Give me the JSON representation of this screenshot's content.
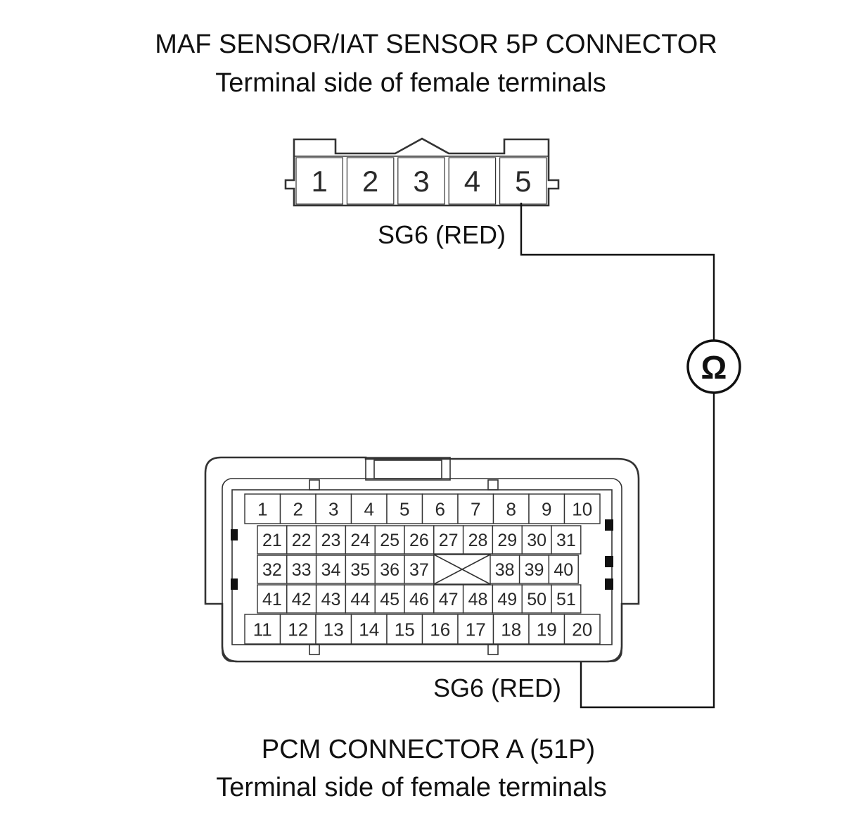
{
  "maf_connector": {
    "title": "MAF SENSOR/IAT SENSOR 5P CONNECTOR",
    "subtitle": "Terminal side of female terminals",
    "terminals": [
      "1",
      "2",
      "3",
      "4",
      "5"
    ],
    "probe_label": "SG6 (RED)"
  },
  "pcm_connector": {
    "title": "PCM CONNECTOR A (51P)",
    "subtitle": "Terminal side of female terminals",
    "rows": [
      [
        "1",
        "2",
        "3",
        "4",
        "5",
        "6",
        "7",
        "8",
        "9",
        "10"
      ],
      [
        "21",
        "22",
        "23",
        "24",
        "25",
        "26",
        "27",
        "28",
        "29",
        "30",
        "31"
      ],
      [
        "32",
        "33",
        "34",
        "35",
        "36",
        "37",
        "38",
        "39",
        "40"
      ],
      [
        "41",
        "42",
        "43",
        "44",
        "45",
        "46",
        "47",
        "48",
        "49",
        "50",
        "51"
      ],
      [
        "11",
        "12",
        "13",
        "14",
        "15",
        "16",
        "17",
        "18",
        "19",
        "20"
      ]
    ],
    "probe_label": "SG6 (RED)"
  },
  "meter": {
    "symbol": "Ω",
    "icon": "ohmmeter-icon"
  },
  "colors": {
    "line": "#111111",
    "background": "#ffffff"
  }
}
